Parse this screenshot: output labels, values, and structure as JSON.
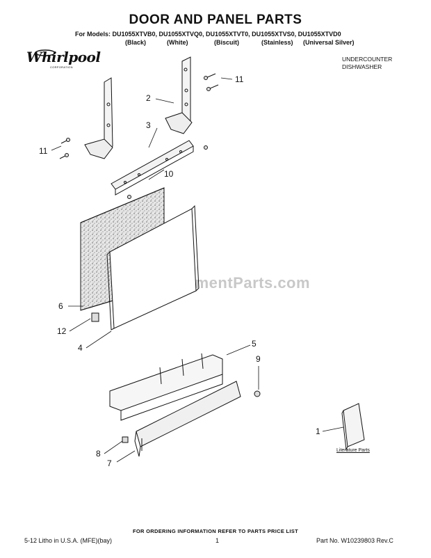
{
  "header": {
    "title": "DOOR AND PANEL PARTS",
    "models_line": "For Models: DU1055XTVB0, DU1055XTVQ0, DU1055XTVT0, DU1055XTVS0, DU1055XTVD0",
    "colors": [
      "(Black)",
      "(White)",
      "(Biscuit)",
      "(Stainless)",
      "(Universal Silver)"
    ],
    "logo_text": "Whirlpool",
    "logo_sub": "CORPORATION",
    "product_line1": "UNDERCOUNTER",
    "product_line2": "DISHWASHER"
  },
  "callouts": {
    "c11_top": "11",
    "c2": "2",
    "c3": "3",
    "c11_left": "11",
    "c10": "10",
    "c6": "6",
    "c12": "12",
    "c4": "4",
    "c5": "5",
    "c9": "9",
    "c1": "1",
    "c8": "8",
    "c7": "7"
  },
  "literature_label": "Literature Parts",
  "watermark": "eReplacementParts.com",
  "footer": {
    "ordering": "FOR ORDERING INFORMATION REFER TO PARTS PRICE LIST",
    "left": "5-12 Litho in U.S.A. (MFE)(bay)",
    "page": "1",
    "right": "Part No. W10239803 Rev.C"
  }
}
